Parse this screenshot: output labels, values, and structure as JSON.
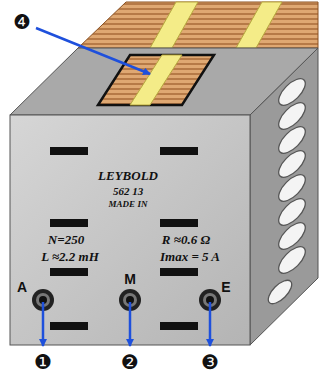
{
  "diagram": {
    "labels": [
      "LEYBOLD",
      "562 13",
      "MADE IN",
      "N=250",
      "L ≈2.2 mH",
      "R ≈0.6 Ω",
      "Imax = 5 A",
      "A",
      "M",
      "E",
      "❶",
      "❷",
      "❸",
      "❹"
    ]
  }
}
